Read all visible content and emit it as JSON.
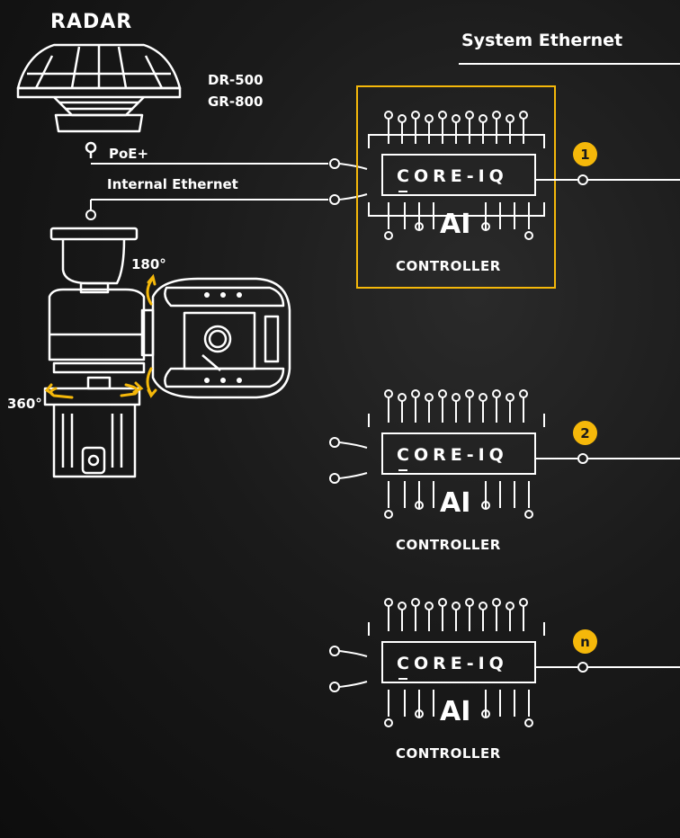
{
  "radar_title": "RADAR",
  "system_ethernet": "System Ethernet",
  "models": [
    "DR-500",
    "GR-800"
  ],
  "poe_label": "PoE+",
  "internal_ethernet_label": "Internal Ethernet",
  "rotation_tilt": "180°",
  "rotation_pan": "360°",
  "controllers": [
    {
      "badge": "1",
      "core": "CORE-IQ",
      "ai": "AI",
      "label": "CONTROLLER",
      "highlighted": true
    },
    {
      "badge": "2",
      "core": "CORE-IQ",
      "ai": "AI",
      "label": "CONTROLLER",
      "highlighted": false
    },
    {
      "badge": "n",
      "core": "CORE-IQ",
      "ai": "AI",
      "label": "CONTROLLER",
      "highlighted": false
    }
  ],
  "colors": {
    "accent": "#f5b80a",
    "line": "#ffffff",
    "background": "#1a1a1a"
  }
}
